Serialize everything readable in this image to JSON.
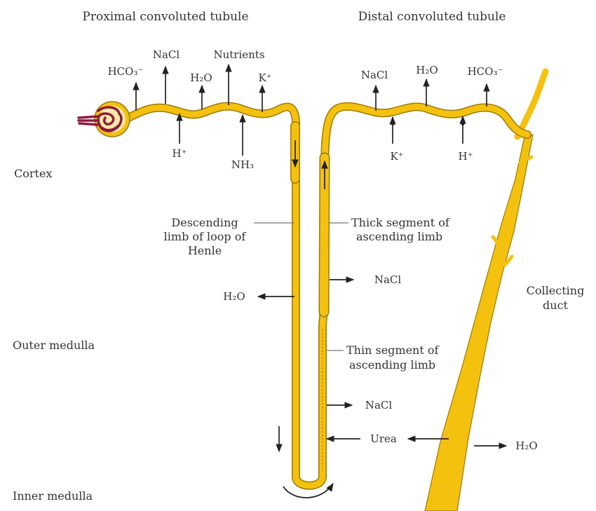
{
  "headings": {
    "proximal": "Proximal convoluted tubule",
    "distal": "Distal convoluted tubule"
  },
  "zones": {
    "cortex": "Cortex",
    "outer_medulla": "Outer medulla",
    "inner_medulla": "Inner medulla"
  },
  "proximal_ions": {
    "hco3": "HCO₃⁻",
    "nacl": "NaCl",
    "h2o": "H₂O",
    "nutrients": "Nutrients",
    "k": "K⁺",
    "h": "H⁺",
    "nh3": "NH₃"
  },
  "distal_ions": {
    "nacl": "NaCl",
    "h2o": "H₂O",
    "hco3": "HCO₃⁻",
    "k": "K⁺",
    "h": "H⁺"
  },
  "loop": {
    "descending_line1": "Descending",
    "descending_line2": "limb of loop of",
    "descending_line3": "Henle",
    "h2o": "H₂O",
    "thick_line1": "Thick segment of",
    "thick_line2": "ascending limb",
    "thick_nacl": "NaCl",
    "thin_line1": "Thin segment of",
    "thin_line2": "ascending limb",
    "thin_nacl": "NaCl",
    "urea": "Urea"
  },
  "collecting": {
    "line1": "Collecting",
    "line2": "duct",
    "h2o": "H₂O"
  },
  "colors": {
    "tubule_fill": "#F4C10F",
    "tubule_outline": "#9C7A05",
    "glomerulus": "#8E1B3C",
    "arrow": "#222222"
  }
}
